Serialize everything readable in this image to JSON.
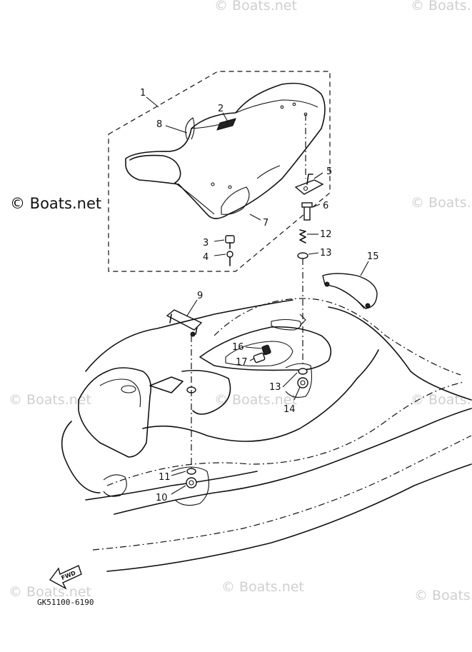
{
  "part_labels": {
    "p1": "1",
    "p2": "2",
    "p3": "3",
    "p4": "4",
    "p5": "5",
    "p6": "6",
    "p7": "7",
    "p8": "8",
    "p9": "9",
    "p10": "10",
    "p11": "11",
    "p12": "12",
    "p13a": "13",
    "p13b": "13",
    "p14": "14",
    "p15": "15",
    "p16": "16",
    "p17": "17"
  },
  "watermark": {
    "text": "© Boats.net",
    "main_text": "© Boats.net"
  },
  "fwd_label": "FWD",
  "diagram_code": "GK51100-6190"
}
